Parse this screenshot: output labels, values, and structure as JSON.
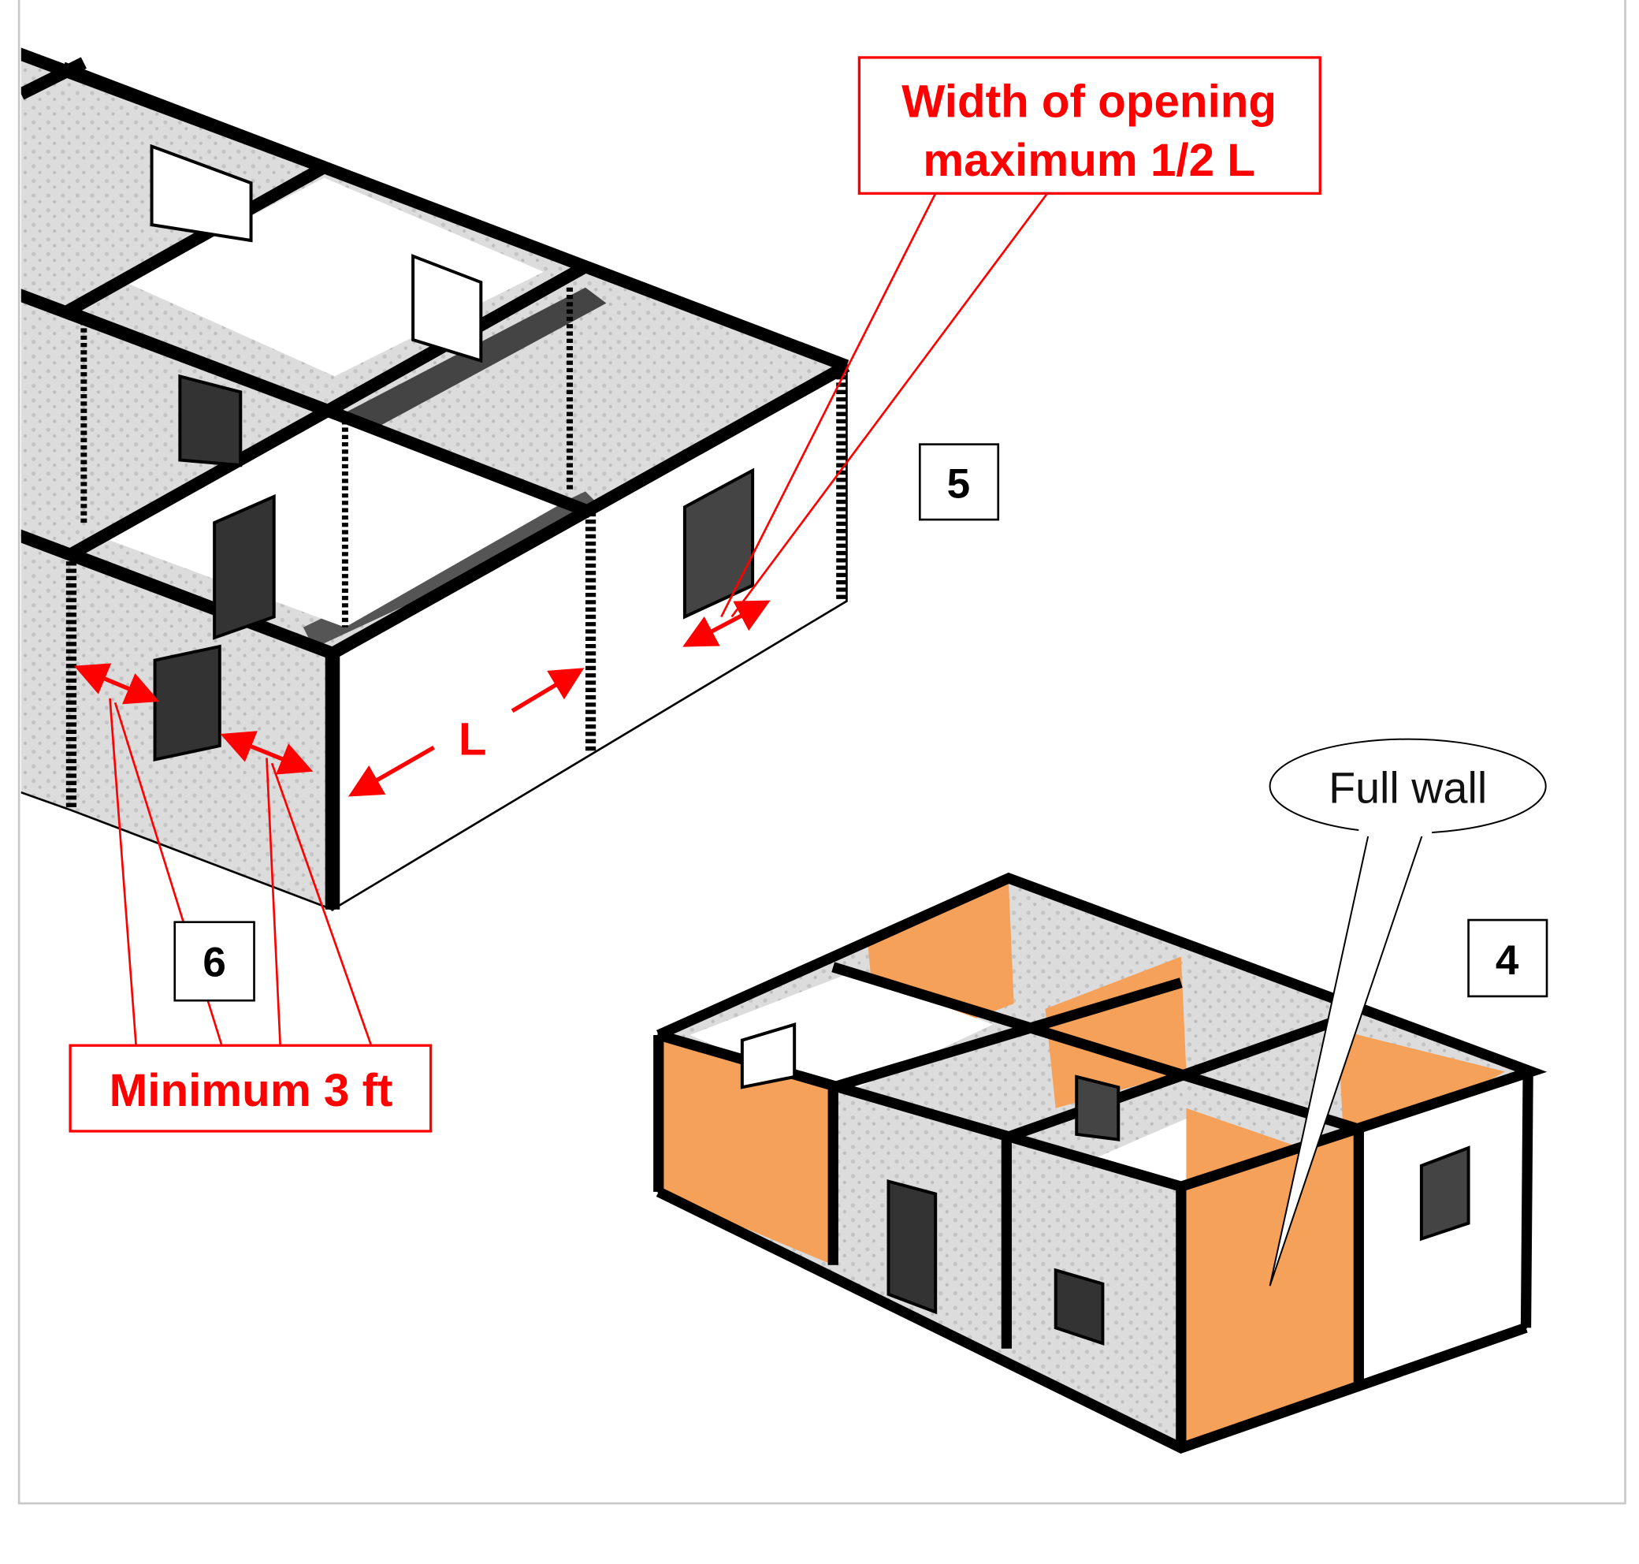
{
  "callouts": {
    "opening_width_line1": "Width of opening",
    "opening_width_line2": "maximum 1/2 L",
    "minimum_distance": "Minimum 3 ft",
    "full_wall": "Full wall",
    "length_symbol": "L"
  },
  "step_numbers": {
    "step_4": "4",
    "step_5": "5",
    "step_6": "6"
  },
  "colors": {
    "annotation_red": "#ff0000",
    "full_wall_orange": "#f5a15a",
    "wall_outline": "#000000"
  }
}
